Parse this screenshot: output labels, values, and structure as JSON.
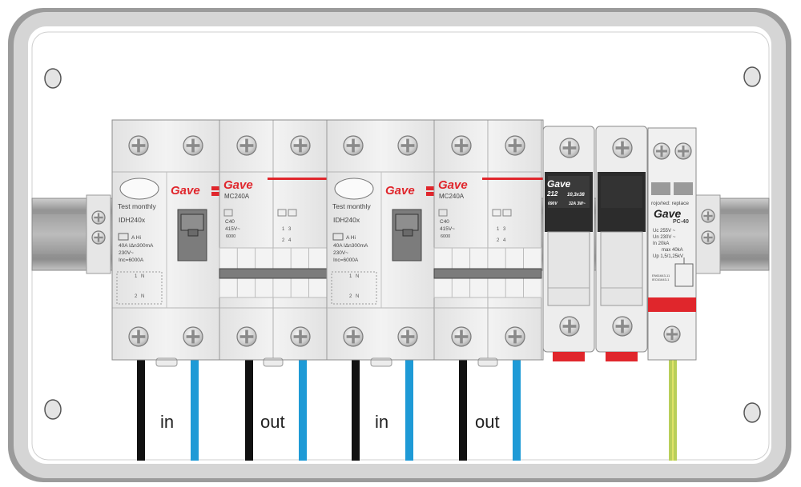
{
  "brand": "Gave",
  "rcd": {
    "test_label": "Test monthly",
    "model": "IDH240x",
    "spec_lines": [
      "A Hi",
      "40A  IΔn300mA",
      "230V~",
      "Inc=6000A"
    ],
    "terminal_numbers": [
      "1",
      "N",
      "2",
      "N"
    ]
  },
  "mcb": {
    "model": "MC240A",
    "spec_lines": [
      "C40",
      "415V~",
      "6000"
    ],
    "terminal_numbers": [
      "1",
      "3",
      "2",
      "4"
    ]
  },
  "fuse": {
    "model": "212",
    "size": "10,3x38",
    "rating_left": "690V",
    "rating_right": "32A 3W~"
  },
  "spd": {
    "note": "rojo/red: replace",
    "model": "PC-40",
    "spec_lines": [
      "Uc     255V ~",
      "Un     230V ~",
      "In     20kA",
      "max 40kA",
      "Up     1,5/1,25kV"
    ],
    "std_lines": [
      "EN61643-11",
      "IEC61643-1"
    ]
  },
  "wire_labels": [
    "in",
    "out",
    "in",
    "out"
  ],
  "colors": {
    "enclosure": "#9b9b9b",
    "rail": "#a9a9a9",
    "module": "#eeeeee",
    "brand_red": "#e0262c",
    "wire_black": "#111111",
    "wire_blue": "#1e9ad6",
    "wire_earth": "#b9cf5a"
  },
  "icons": [
    "screw-icon",
    "mounting-hole-icon"
  ]
}
